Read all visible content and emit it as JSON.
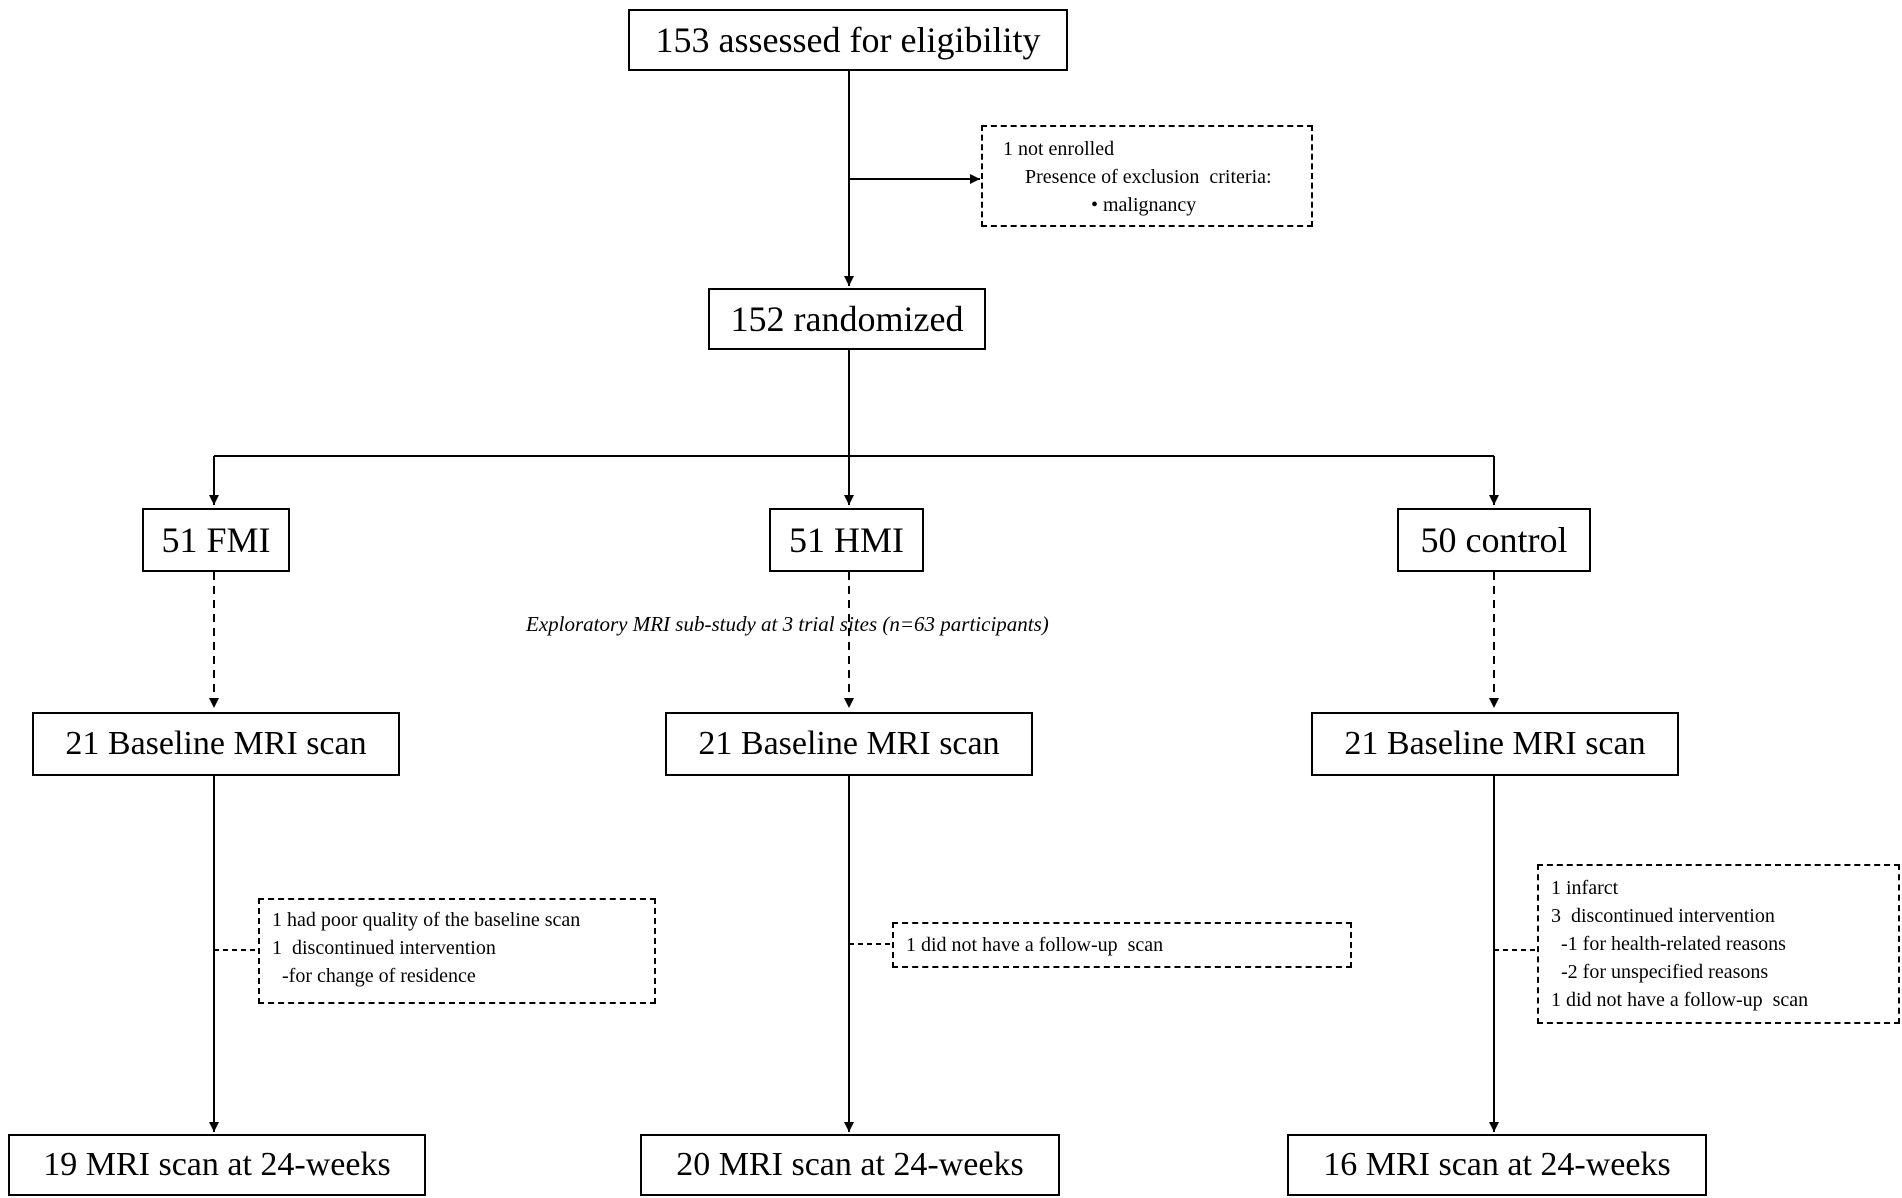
{
  "flow": {
    "assessed": "153 assessed  for eligibility",
    "randomized": "152 randomized",
    "not_enrolled": {
      "lines": [
        "1 not enrolled",
        "Presence of exclusion  criteria:",
        "• malignancy"
      ]
    },
    "arms": [
      {
        "id": "fmi",
        "allocated": "51 FMI",
        "baseline": "21 Baseline MRI scan",
        "exclusions": [
          "1 had poor quality of the baseline scan",
          "1  discontinued intervention",
          "  -for change of residence"
        ],
        "followup": "19 MRI scan at 24-weeks"
      },
      {
        "id": "hmi",
        "allocated": "51 HMI",
        "baseline": "21 Baseline MRI scan",
        "exclusions": [
          "1 did not have a follow-up  scan"
        ],
        "followup": "20 MRI scan at 24-weeks"
      },
      {
        "id": "control",
        "allocated": "50 control",
        "baseline": "21 Baseline MRI scan",
        "exclusions": [
          "1 infarct",
          "3  discontinued intervention",
          "  -1 for health-related reasons",
          "  -2 for unspecified reasons",
          "1 did not have a follow-up  scan"
        ],
        "followup": "16 MRI scan at 24-weeks"
      }
    ],
    "substudy_caption": "Exploratory MRI sub-study at 3 trial sites (n=63 participants)"
  },
  "colors": {
    "line": "#000000",
    "background": "#ffffff"
  }
}
